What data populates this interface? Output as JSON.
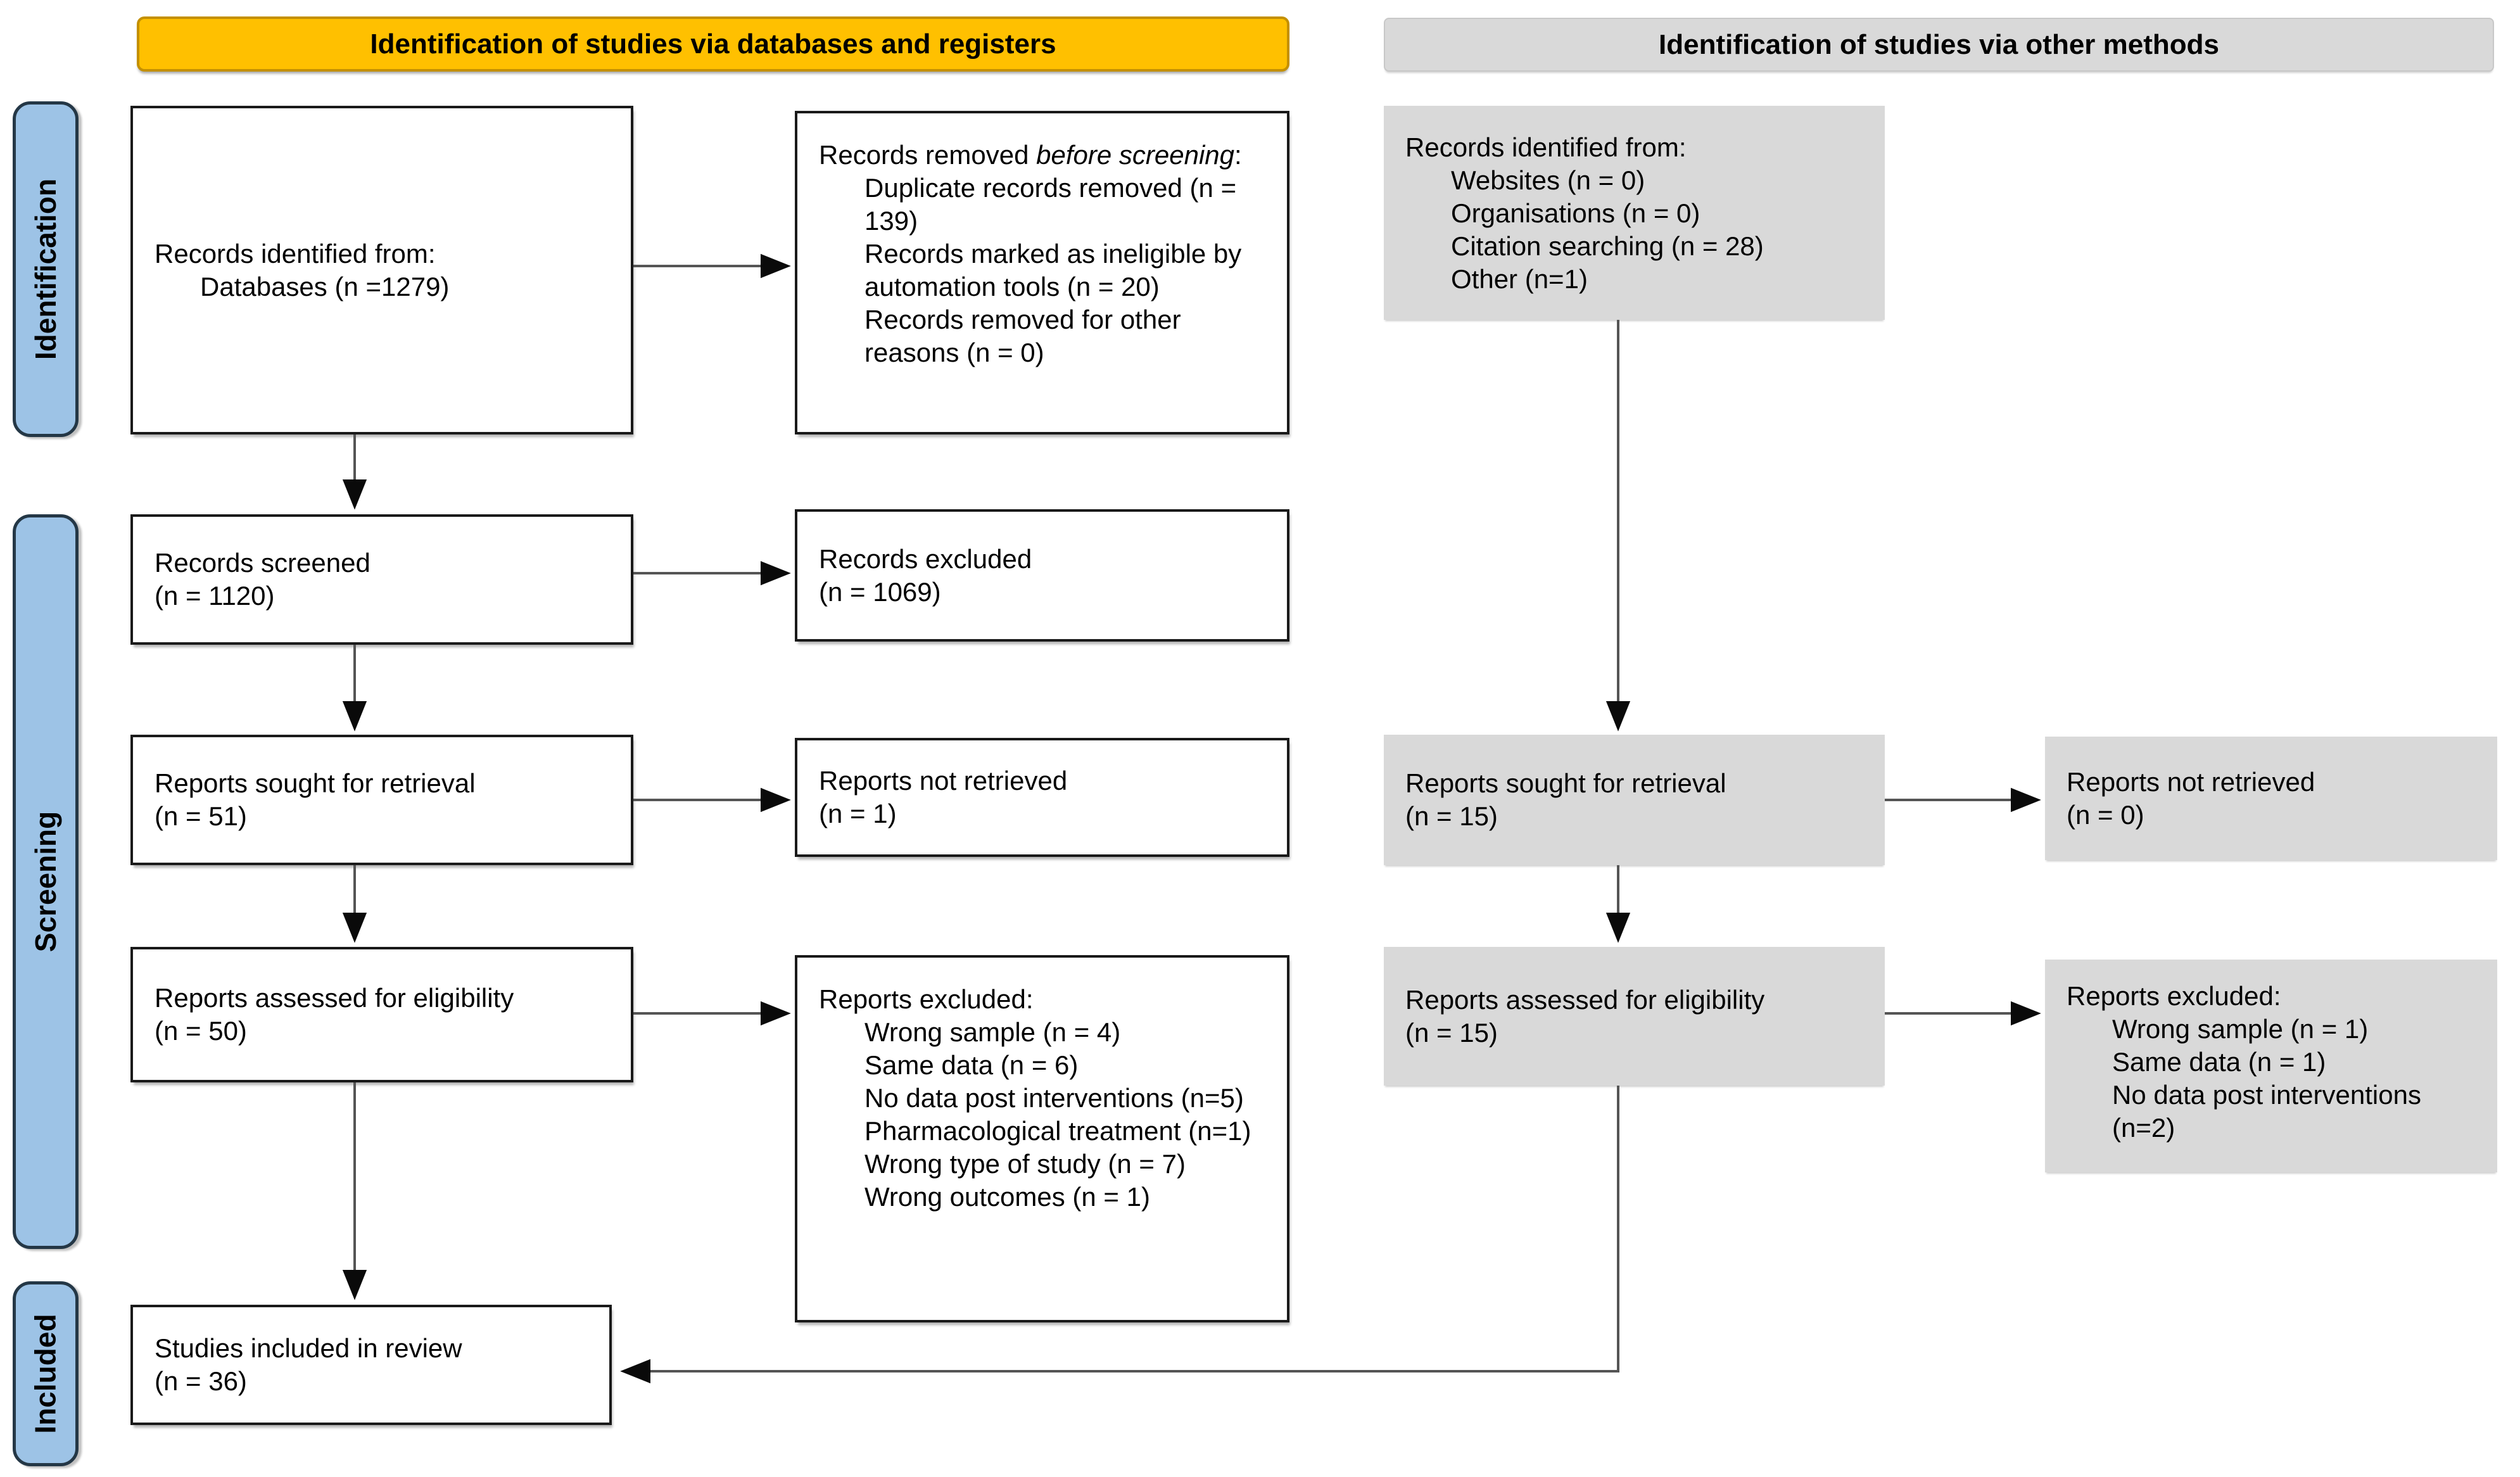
{
  "colors": {
    "banner_yellow": "#FFC000",
    "banner_yellow_border": "#C49000",
    "box_gray": "#D9D9D9",
    "stage_blue": "#9DC3E6",
    "box_border": "#1a1a1a",
    "connector": "#555555"
  },
  "headers": {
    "databases": "Identification of studies via databases and registers",
    "other_methods": "Identification of studies via other methods"
  },
  "stages": {
    "identification": "Identification",
    "screening": "Screening",
    "included": "Included"
  },
  "left": {
    "identified": {
      "title": "Records identified from:",
      "items": [
        "Databases (n =1279)"
      ]
    },
    "removed": {
      "prefix": "Records removed ",
      "italic": "before screening",
      "suffix": ":",
      "items": [
        "Duplicate records removed (n = 139)",
        "Records marked as ineligible by automation tools (n = 20)",
        "Records removed for other reasons (n = 0)"
      ]
    },
    "screened": {
      "line1": "Records screened",
      "line2": "(n = 1120)"
    },
    "records_excluded": {
      "line1": "Records excluded",
      "line2": "(n = 1069)"
    },
    "sought": {
      "line1": "Reports sought for retrieval",
      "line2": "(n = 51)"
    },
    "not_retrieved": {
      "line1": "Reports not retrieved",
      "line2": "(n = 1)"
    },
    "assessed": {
      "line1": "Reports assessed for eligibility",
      "line2": "(n = 50)"
    },
    "reports_excluded": {
      "title": "Reports excluded:",
      "items": [
        "Wrong sample (n = 4)",
        "Same data (n = 6)",
        "No data post interventions (n=5)",
        "Pharmacological treatment (n=1)",
        "Wrong type of study (n = 7)",
        "Wrong outcomes (n = 1)"
      ]
    },
    "included": {
      "line1": "Studies included in review",
      "line2": "(n = 36)"
    }
  },
  "right": {
    "identified": {
      "title": "Records identified from:",
      "items": [
        "Websites (n = 0)",
        "Organisations (n = 0)",
        "Citation searching (n = 28)",
        "Other (n=1)"
      ]
    },
    "sought": {
      "line1": "Reports sought for retrieval",
      "line2": "(n = 15)"
    },
    "not_retrieved": {
      "line1": "Reports not retrieved",
      "line2": "(n = 0)"
    },
    "assessed": {
      "line1": "Reports assessed for eligibility",
      "line2": "(n = 15)"
    },
    "reports_excluded": {
      "title": "Reports excluded:",
      "items": [
        "Wrong sample (n = 1)",
        "Same data (n = 1)",
        "No data post interventions (n=2)"
      ]
    }
  }
}
